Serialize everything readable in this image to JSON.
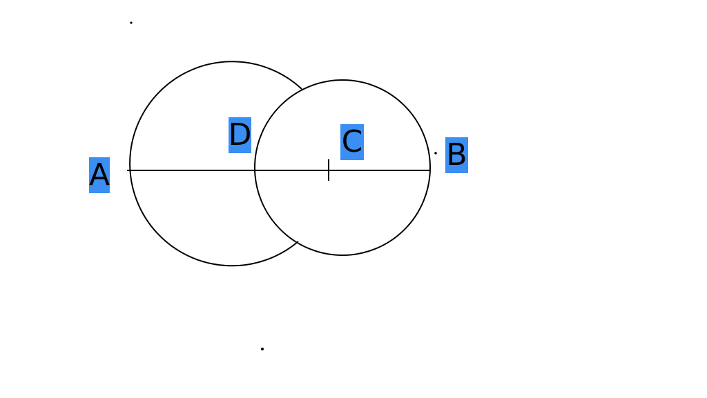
{
  "points": {
    "A": {
      "label": "A"
    },
    "B": {
      "label": "B"
    },
    "C": {
      "label": "C"
    },
    "D": {
      "label": "D"
    }
  },
  "colors": {
    "stroke": "#000000",
    "label_highlight": "#3b8ff3",
    "background": "#ffffff"
  }
}
